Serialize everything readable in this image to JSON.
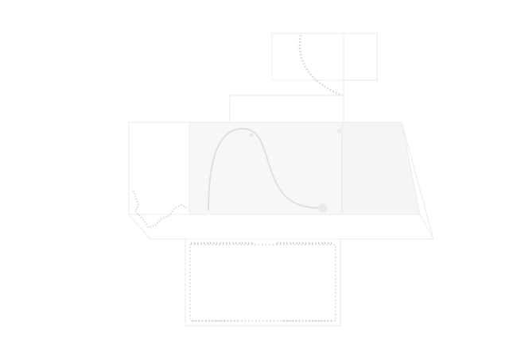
{
  "diagram": {
    "type": "floor-plan-outline",
    "colors": {
      "background": "#ffffff",
      "outline": "#ececec",
      "fill": "#f7f7f7",
      "edge_fill": "#f1f1f1",
      "dotted_texture": "#d6d6d6"
    },
    "regions": [
      {
        "name": "top-room"
      },
      {
        "name": "middle-band"
      },
      {
        "name": "left-room"
      },
      {
        "name": "shaded-central-area"
      },
      {
        "name": "right-trapezoid-area"
      },
      {
        "name": "bottom-room"
      }
    ]
  }
}
